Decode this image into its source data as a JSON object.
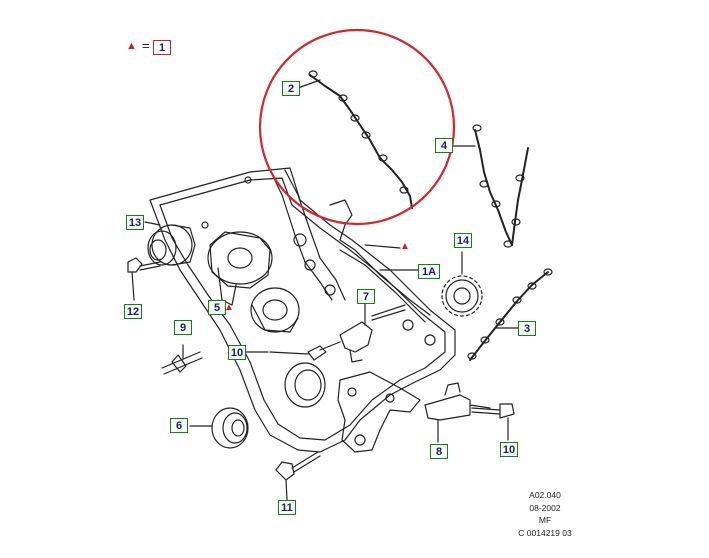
{
  "legend": {
    "symbol": "triangle-icon",
    "equals": "=",
    "ref": "1"
  },
  "callouts": {
    "c1A": "1A",
    "c2": "2",
    "c3": "3",
    "c4": "4",
    "c5": "5",
    "c6": "6",
    "c7": "7",
    "c8": "8",
    "c9": "9",
    "c10a": "10",
    "c10b": "10",
    "c11": "11",
    "c12": "12",
    "c13": "13",
    "c14": "14"
  },
  "caption": {
    "line1": "A02.040",
    "line2": "08-2002",
    "line3": "MF",
    "line4": "C 0014219 03"
  },
  "colors": {
    "callout_border": "#1d7a1d",
    "highlight_circle": "#d0282d",
    "triangle": "#d02020",
    "linework": "#222222"
  }
}
